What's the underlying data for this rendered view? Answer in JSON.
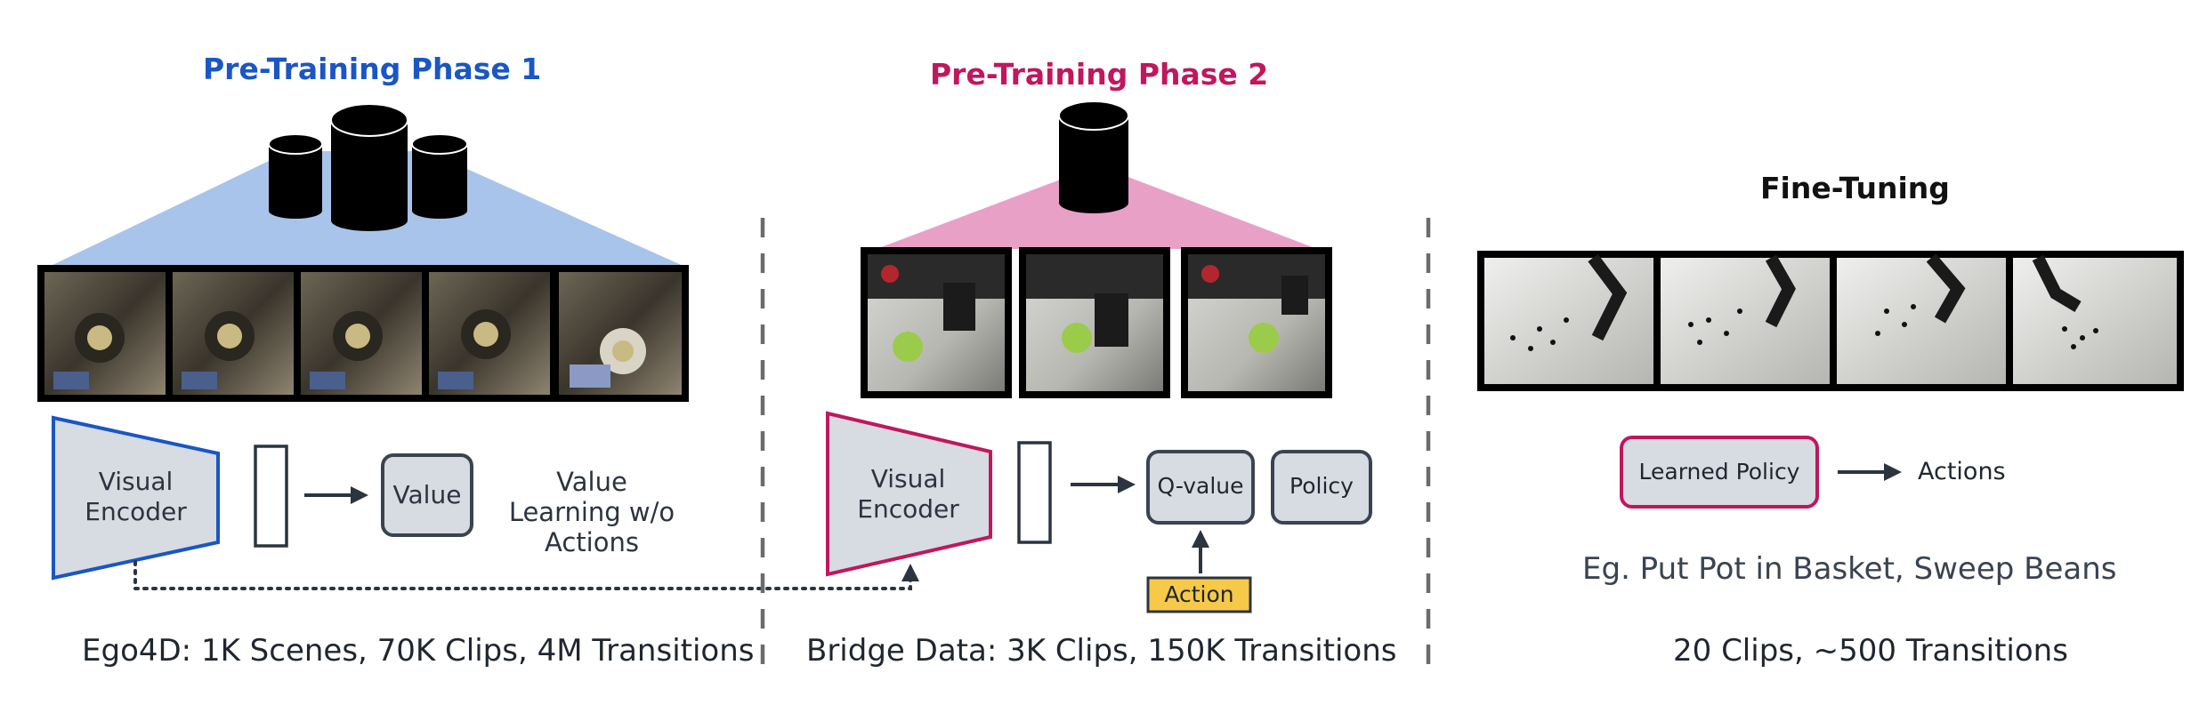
{
  "phase1": {
    "title": "Pre-Training Phase 1",
    "encoder_label": "Visual Encoder",
    "value_label": "Value",
    "note": "Value Learning w/o Actions",
    "caption": "Ego4D: 1K Scenes, 70K Clips, 4M Transitions",
    "color": "#1a56c4",
    "fan_color": "#a8c4ea"
  },
  "phase2": {
    "title": "Pre-Training Phase 2",
    "encoder_label": "Visual Encoder",
    "qvalue_label": "Q-value",
    "policy_label": "Policy",
    "action_label": "Action",
    "caption": "Bridge Data: 3K Clips, 150K Transitions",
    "color": "#c0175d",
    "fan_color": "#e8a0c6",
    "action_color": "#f7c948"
  },
  "finetune": {
    "title": "Fine-Tuning",
    "policy_label": "Learned Policy",
    "output_label": "Actions",
    "example": "Eg. Put Pot in Basket, Sweep Beans",
    "caption": "20 Clips, ~500 Transitions"
  },
  "colors": {
    "box_fill": "#d7dbe2",
    "box_stroke": "#3a4350",
    "arrow": "#2c3440",
    "divider": "#6b6b6b"
  }
}
